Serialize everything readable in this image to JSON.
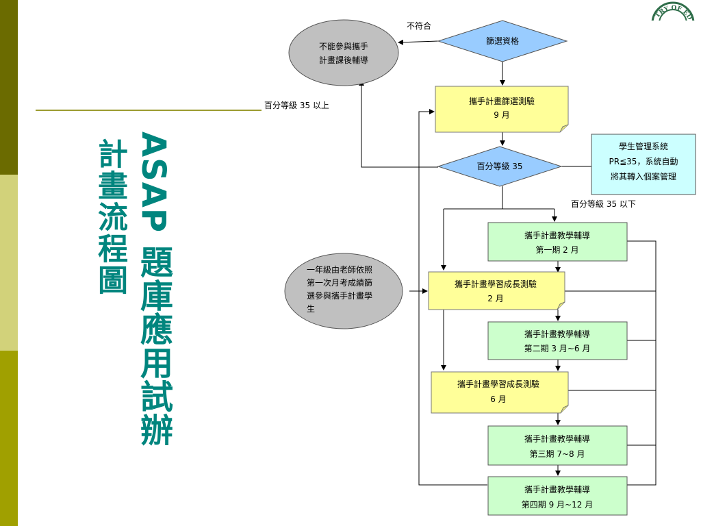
{
  "slide": {
    "title_main": "ASAP 題庫應用試辦",
    "title_sub": "計畫流程圖",
    "logo_text": "TRY OF EDUC"
  },
  "flowchart": {
    "screen_decision": "篩選資格",
    "not_qualified_label": "不符合",
    "not_participate": [
      "不能參與攜手",
      "計畫課後輔導"
    ],
    "screening_test": [
      "攜手計畫篩選測驗",
      "9 月"
    ],
    "percentile_decision": "百分等級 35",
    "above_label": "百分等級 35 以上",
    "below_label": "百分等級 35 以下",
    "student_system": [
      "學生管理系統",
      "PR≦35，系統自動",
      "將其轉入個案管理"
    ],
    "first_grade_note": [
      "一年級由老師依照",
      "第一次月考成績篩",
      "選參與攜手計畫學",
      "生"
    ],
    "tutoring_1": [
      "攜手計畫教學輔導",
      "第一期 2 月"
    ],
    "growth_test_1": [
      "攜手計畫學習成長測驗",
      "2 月"
    ],
    "tutoring_2": [
      "攜手計畫教學輔導",
      "第二期 3 月~6 月"
    ],
    "growth_test_2": [
      "攜手計畫學習成長測驗",
      "6 月"
    ],
    "tutoring_3": [
      "攜手計畫教學輔導",
      "第三期 7~8 月"
    ],
    "tutoring_4": [
      "攜手計畫教學輔導",
      "第四期 9 月~12 月"
    ]
  },
  "colors": {
    "decision_fill": "#99ccff",
    "test_fill": "#ffff99",
    "tutoring_fill": "#ccffcc",
    "system_fill": "#ccffff",
    "ellipse_fill": "#c0c0c0",
    "title_color": "#00857e"
  }
}
